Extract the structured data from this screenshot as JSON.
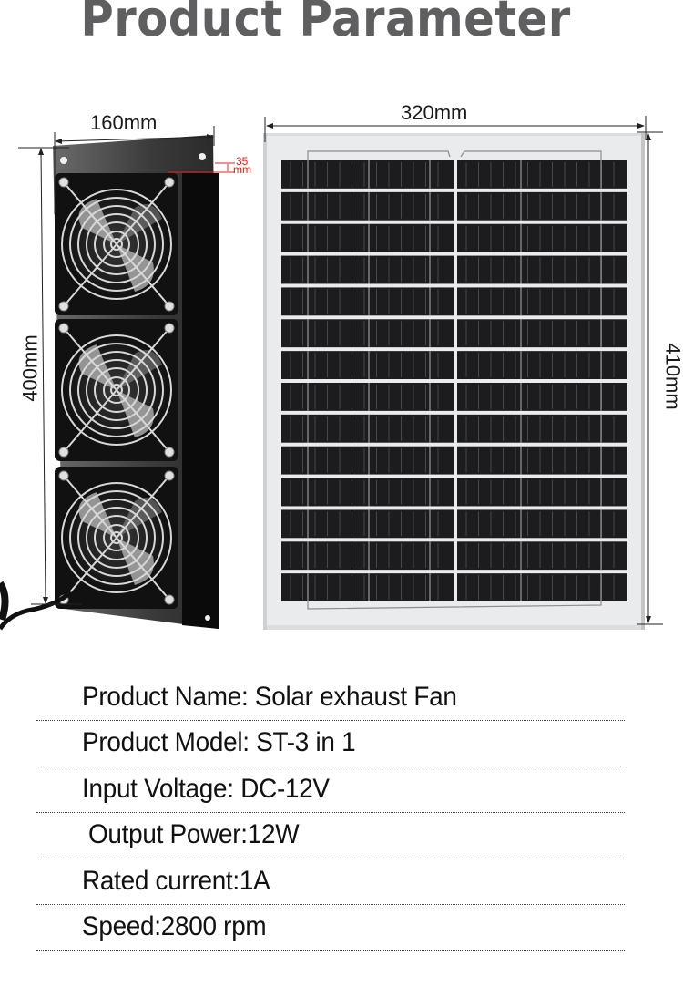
{
  "header": {
    "title": "Product Parameter"
  },
  "fan_unit": {
    "width_label": "160mm",
    "height_label": "400mm",
    "offset_label_value": "35",
    "offset_label_unit": "mm",
    "fan_count": 3
  },
  "solar_panel": {
    "width_label": "320mm",
    "height_label": "410mm",
    "cell_rows": 14
  },
  "specs": [
    {
      "label": "Product Name: Solar exhaust Fan"
    },
    {
      "label": "Product Model: ST-3 in 1"
    },
    {
      "label": "Input Voltage: DC-12V"
    },
    {
      "label": " Output Power:12W"
    },
    {
      "label": "Rated current:1A"
    },
    {
      "label": "Speed:2800 rpm"
    }
  ],
  "colors": {
    "title": "#5f5f61",
    "dimension_accent": "#e2231a",
    "panel_frame": "#e4e5e6",
    "panel_cell": "#1c1c1e",
    "fan_body": "#161616"
  }
}
